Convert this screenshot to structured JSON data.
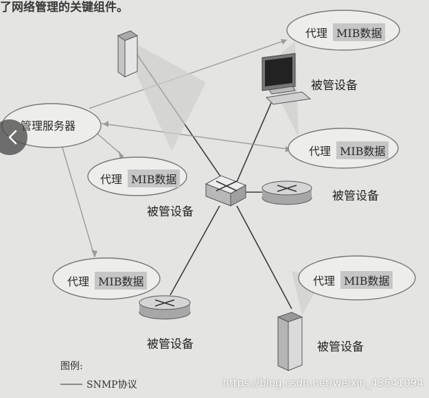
{
  "header_text": "了网络管理的关键组件。",
  "manager_label": "管理服务器",
  "agent_label": "代理",
  "mib_label": "MIB数据",
  "device_label": "被管设备",
  "legend_title": "图例:",
  "legend_text": "SNMP协议",
  "watermark": "https://blog.csdn.net/weixin_43541094",
  "icons": {
    "nav_prev": "chevron-left-icon"
  }
}
